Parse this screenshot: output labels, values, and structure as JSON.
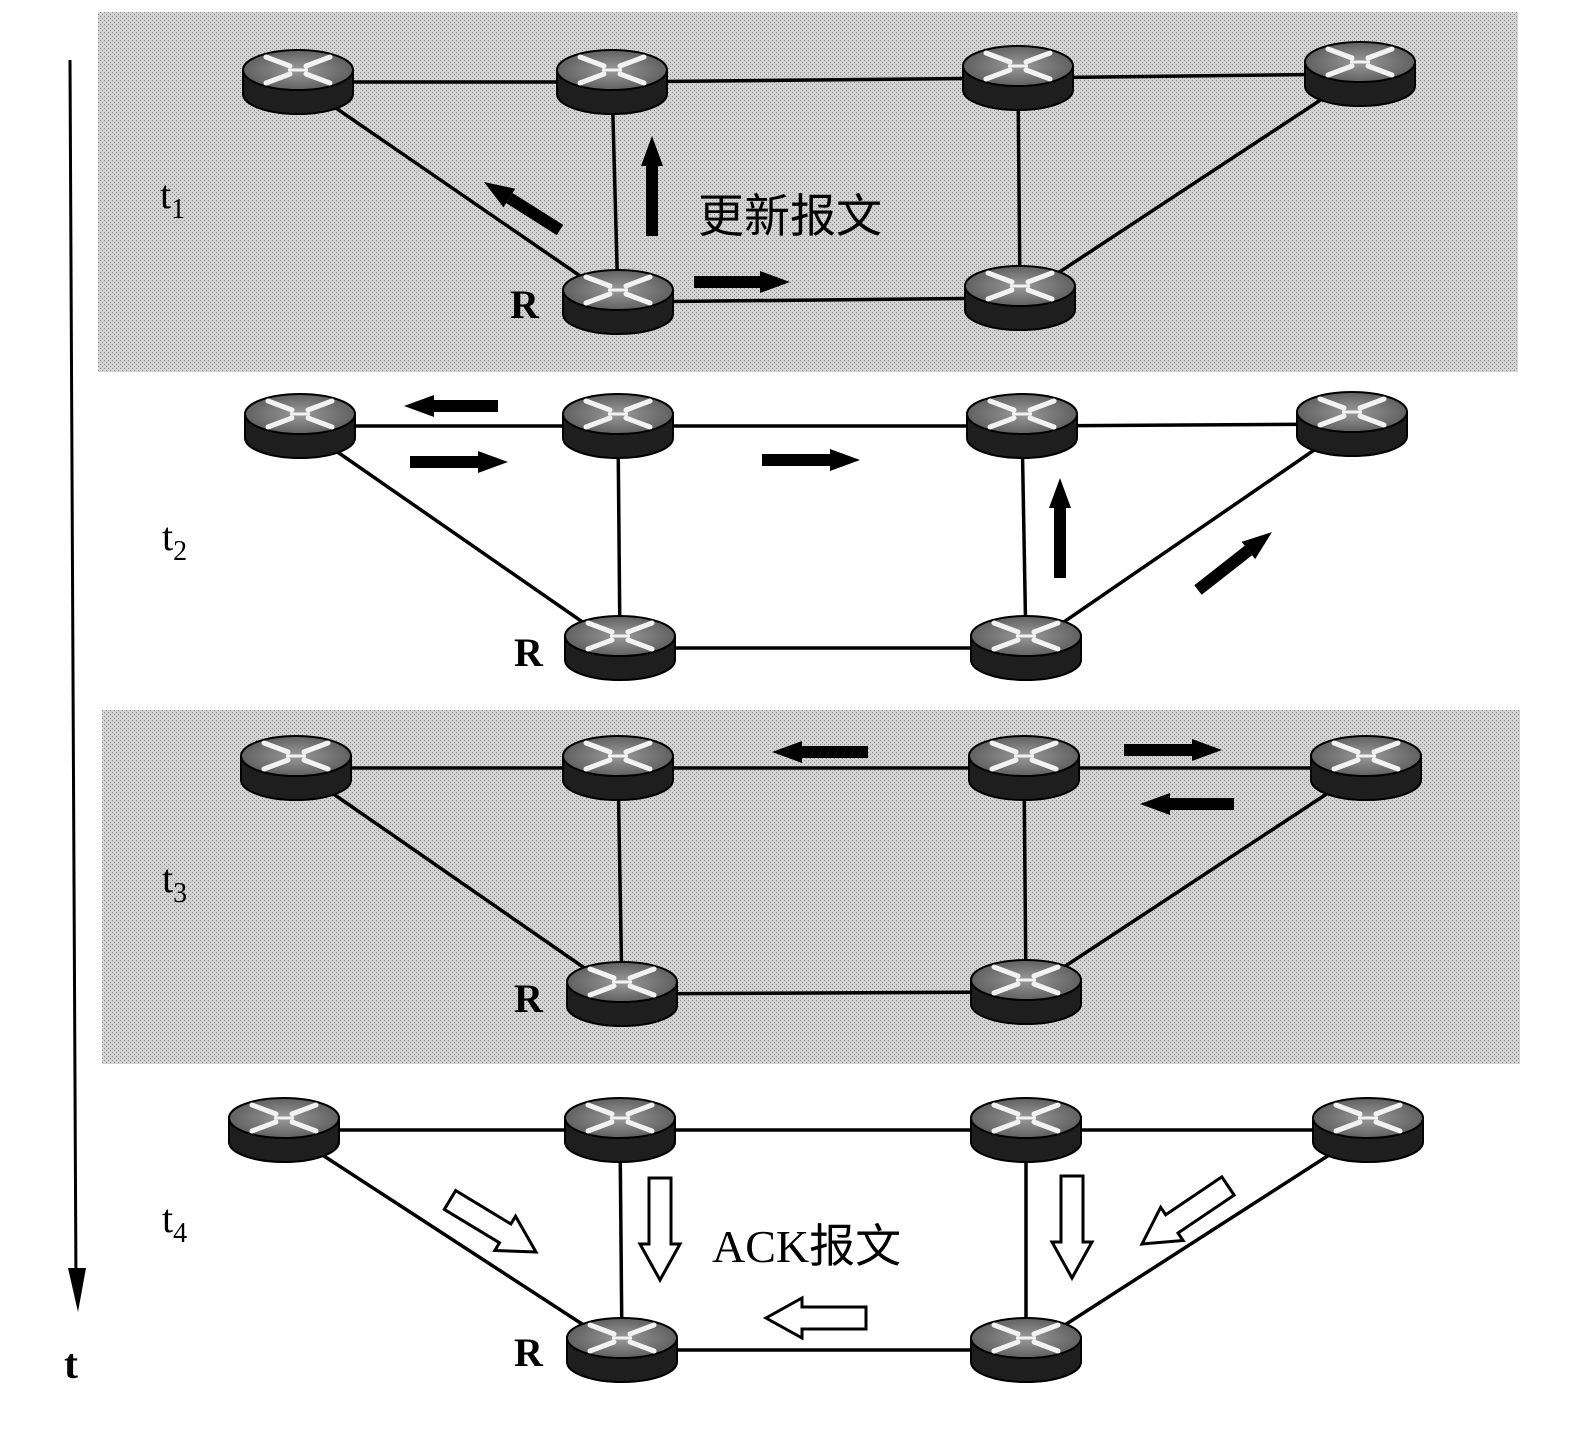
{
  "time_axis": {
    "label": "t"
  },
  "panels": [
    {
      "id": "t1",
      "time_label": "t",
      "time_sub": "1",
      "shaded": true,
      "router_label": "R",
      "message_label": "更新报文"
    },
    {
      "id": "t2",
      "time_label": "t",
      "time_sub": "2",
      "shaded": false,
      "router_label": "R",
      "message_label": ""
    },
    {
      "id": "t3",
      "time_label": "t",
      "time_sub": "3",
      "shaded": true,
      "router_label": "R",
      "message_label": ""
    },
    {
      "id": "t4",
      "time_label": "t",
      "time_sub": "4",
      "shaded": false,
      "router_label": "R",
      "message_label": "ACK报文"
    }
  ],
  "colors": {
    "shade": "#c9c9c9",
    "router_top": "#7a7a7a",
    "router_side": "#1e1e1e",
    "ink": "#000000"
  },
  "icon_names": {
    "router": "router-icon",
    "update_arrow": "update-arrow-icon",
    "ack_arrow": "ack-arrow-icon"
  }
}
